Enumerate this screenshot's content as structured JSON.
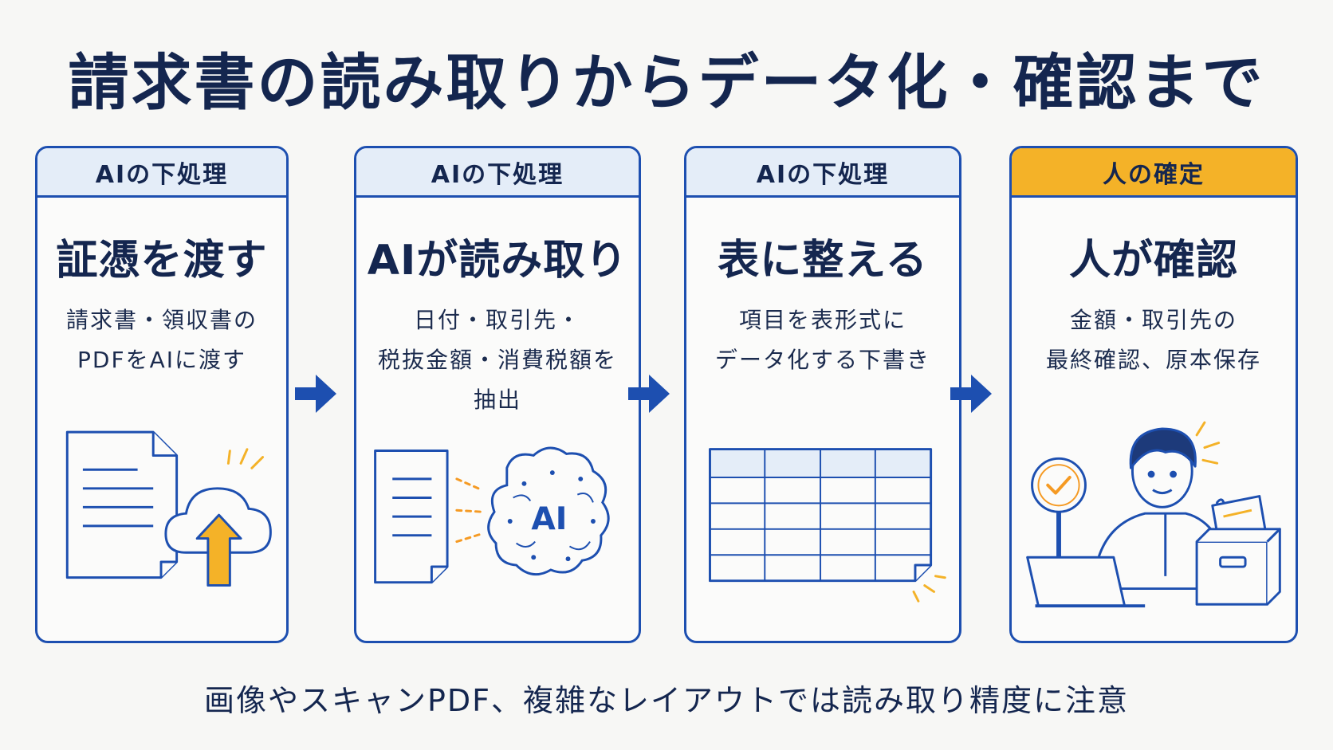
{
  "title": "請求書の読み取りからデータ化・確認まで",
  "steps": [
    {
      "header": "AIの下処理",
      "title": "証憑を渡す",
      "desc": [
        "請求書・領収書の",
        "PDFをAIに渡す"
      ]
    },
    {
      "header": "AIの下処理",
      "title": "AIが読み取り",
      "desc": [
        "日付・取引先・",
        "税抜金額・消費税額を",
        "抽出"
      ],
      "illustration_text": "AI"
    },
    {
      "header": "AIの下処理",
      "title": "表に整える",
      "desc": [
        "項目を表形式に",
        "データ化する下書き"
      ]
    },
    {
      "header": "人の確定",
      "title": "人が確認",
      "desc": [
        "金額・取引先の",
        "最終確認、原本保存"
      ]
    }
  ],
  "footer": "画像やスキャンPDF、複雑なレイアウトでは読み取り精度に注意",
  "colors": {
    "navy": "#14264f",
    "blue": "#1d4fb0",
    "light_blue": "#e4edf8",
    "accent": "#f4b228",
    "orange": "#f59a23"
  },
  "icons": [
    "document-icon",
    "cloud-upload-icon",
    "ai-brain-icon",
    "table-icon",
    "person-icon",
    "magnifier-check-icon",
    "laptop-icon",
    "archive-box-icon",
    "arrow-right-icon"
  ]
}
